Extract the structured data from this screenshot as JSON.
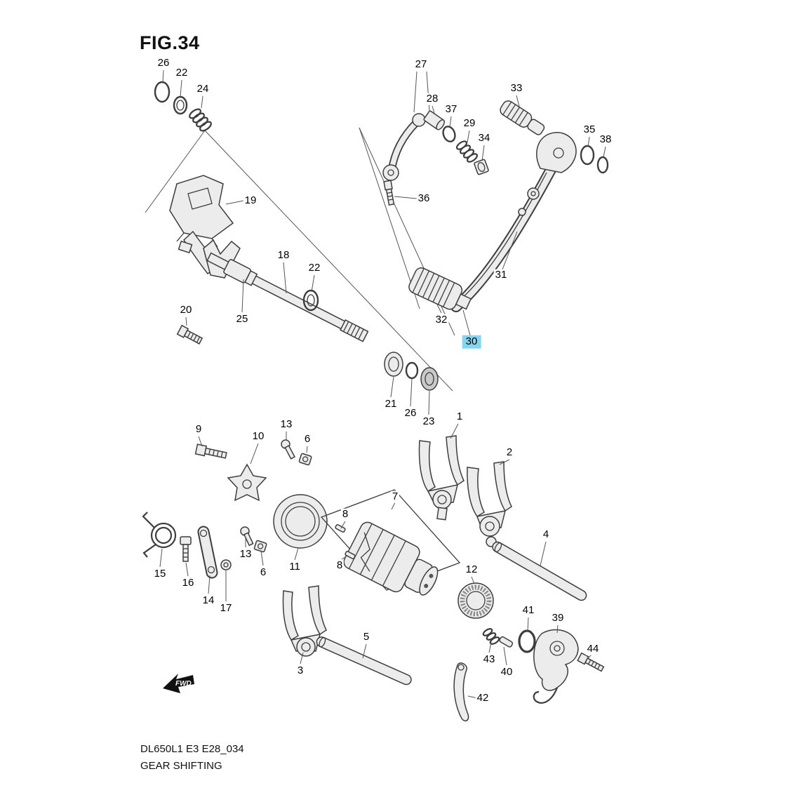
{
  "figure": {
    "title": "FIG.34",
    "model_code": "DL650L1 E3 E28_034",
    "caption": "GEAR SHIFTING",
    "fwd_label": "FWD",
    "highlight_color": "#85d4f0",
    "highlighted_part": "30"
  },
  "parts": [
    {
      "label": "26"
    },
    {
      "label": "22"
    },
    {
      "label": "24"
    },
    {
      "label": "27"
    },
    {
      "label": "28"
    },
    {
      "label": "37"
    },
    {
      "label": "29"
    },
    {
      "label": "34"
    },
    {
      "label": "33"
    },
    {
      "label": "35"
    },
    {
      "label": "38"
    },
    {
      "label": "19"
    },
    {
      "label": "36"
    },
    {
      "label": "18"
    },
    {
      "label": "22"
    },
    {
      "label": "25"
    },
    {
      "label": "20"
    },
    {
      "label": "31"
    },
    {
      "label": "32"
    },
    {
      "label": "30",
      "highlighted": true
    },
    {
      "label": "21"
    },
    {
      "label": "26"
    },
    {
      "label": "23"
    },
    {
      "label": "1"
    },
    {
      "label": "2"
    },
    {
      "label": "9"
    },
    {
      "label": "10"
    },
    {
      "label": "13"
    },
    {
      "label": "6"
    },
    {
      "label": "7"
    },
    {
      "label": "8"
    },
    {
      "label": "8"
    },
    {
      "label": "11"
    },
    {
      "label": "13"
    },
    {
      "label": "6"
    },
    {
      "label": "12"
    },
    {
      "label": "4"
    },
    {
      "label": "15"
    },
    {
      "label": "16"
    },
    {
      "label": "14"
    },
    {
      "label": "17"
    },
    {
      "label": "3"
    },
    {
      "label": "5"
    },
    {
      "label": "41"
    },
    {
      "label": "39"
    },
    {
      "label": "43"
    },
    {
      "label": "40"
    },
    {
      "label": "42"
    },
    {
      "label": "44"
    }
  ]
}
